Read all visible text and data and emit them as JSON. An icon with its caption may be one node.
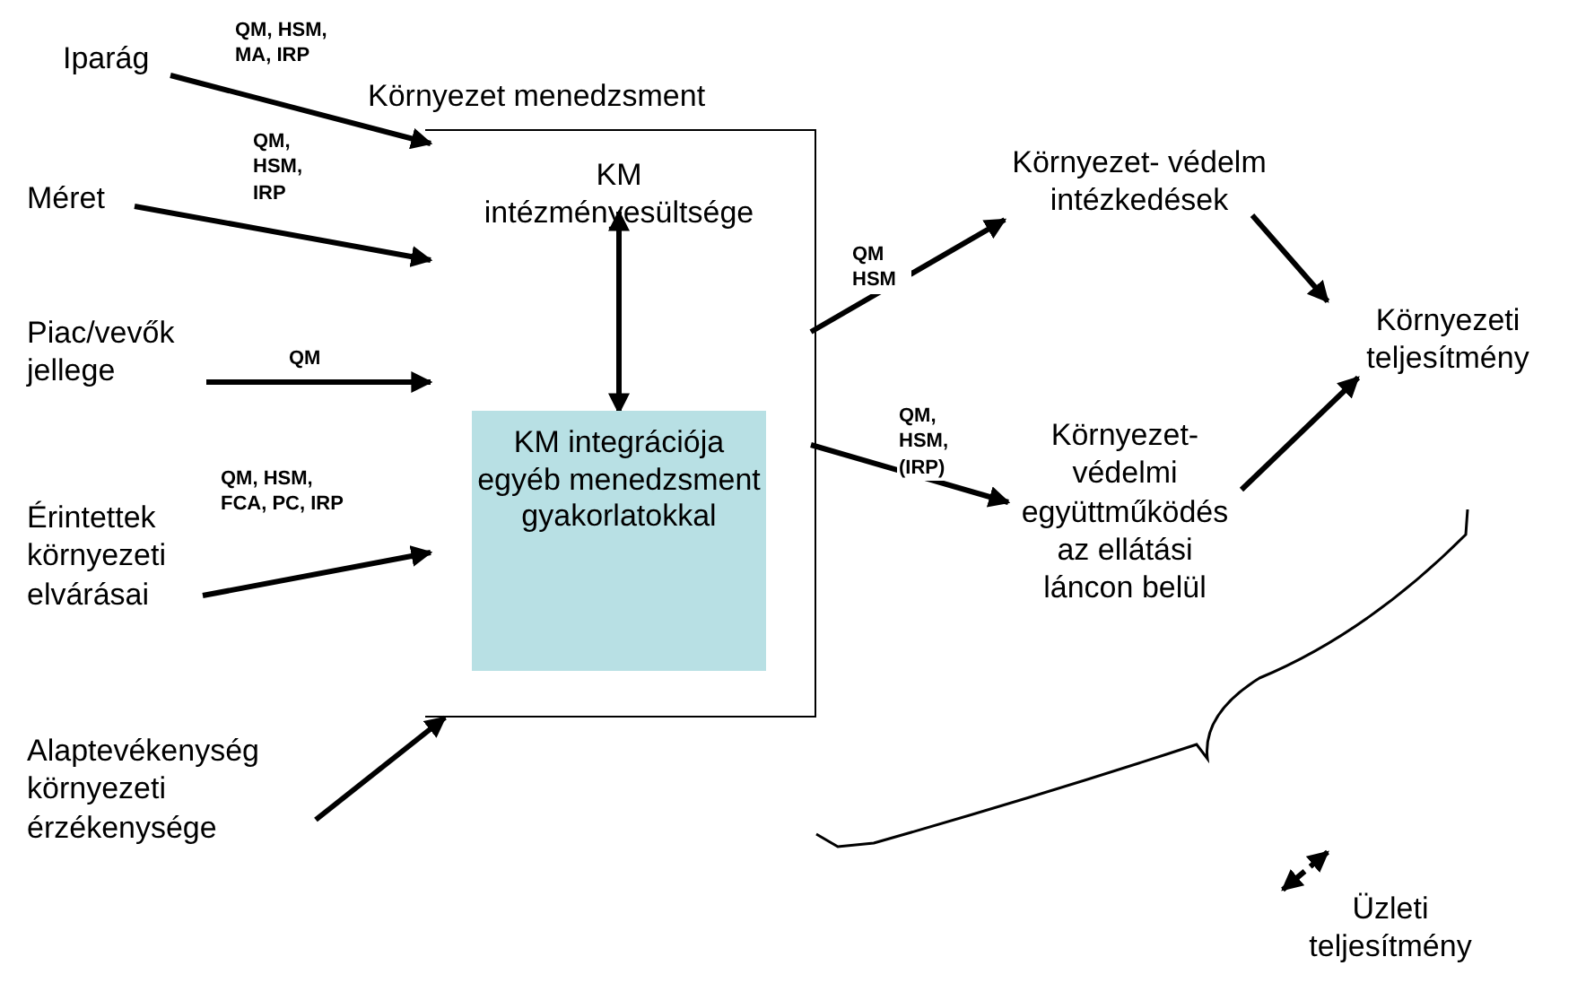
{
  "diagram": {
    "nodes": [
      {
        "text": [
          "Iparág"
        ]
      },
      {
        "text": [
          "Méret"
        ]
      },
      {
        "text": [
          "Piac/vevők jellege"
        ]
      },
      {
        "text": [
          "Érintettek környezeti elvárásai"
        ]
      },
      {
        "text": [
          "Alaptevékenység környezeti érzékenysége"
        ]
      },
      {
        "text": [
          "Környezet menedzsment"
        ]
      },
      {
        "text": [
          "KM intézményesültsége"
        ],
        "in": 5
      },
      {
        "text": [
          "KM integrációja egyéb menedzsment gyakorlatokkal"
        ],
        "in": 5
      },
      {
        "text": [
          "Környezet- védelm intézkedések"
        ]
      },
      {
        "text": [
          "Környezet- védelmi együttműködés az ellátási láncon belül"
        ]
      },
      {
        "text": [
          "Környezeti teljesítmény"
        ]
      },
      {
        "text": [],
        "shape": "brace"
      },
      {
        "text": [
          "Üzleti teljesítmény"
        ]
      }
    ],
    "edges": [
      {
        "from": 0,
        "to": 5,
        "arrow": "to",
        "label": "QM, HSM, MA, IRP"
      },
      {
        "from": 1,
        "to": 5,
        "arrow": "to",
        "label": "QM, HSM, IRP"
      },
      {
        "from": 2,
        "to": 5,
        "arrow": "to",
        "label": "QM"
      },
      {
        "from": 3,
        "to": 5,
        "arrow": "to",
        "label": "QM, HSM, FCA, PC, IRP"
      },
      {
        "from": 4,
        "to": 5,
        "arrow": "to"
      },
      {
        "from": 6,
        "to": 7,
        "arrow": "both"
      },
      {
        "from": 5,
        "to": 8,
        "arrow": "to",
        "label": "QM HSM"
      },
      {
        "from": 5,
        "to": 9,
        "arrow": "to",
        "label": "QM, HSM, (IRP)"
      },
      {
        "from": 8,
        "to": 10,
        "arrow": "to"
      },
      {
        "from": 9,
        "to": 10,
        "arrow": "to"
      },
      {
        "from": 12,
        "to": 11,
        "arrow": "both",
        "style": "dashed"
      }
    ]
  }
}
